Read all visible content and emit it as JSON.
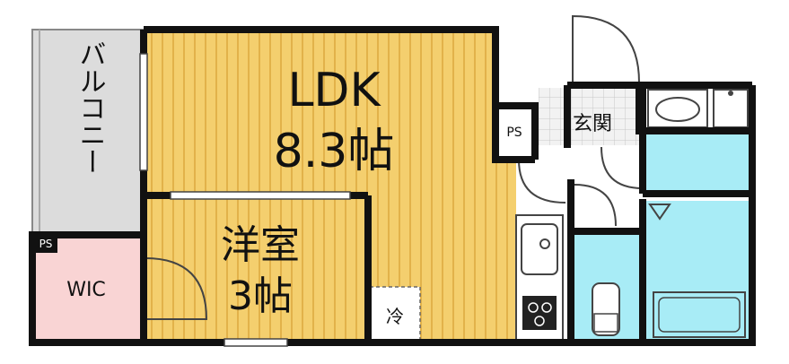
{
  "rooms": {
    "ldk": {
      "name": "LDK",
      "size": "8.3帖"
    },
    "western": {
      "name": "洋室",
      "size": "3帖"
    },
    "balcony": {
      "name": "バルコニー"
    },
    "wic": {
      "name": "WIC"
    },
    "entrance": {
      "name": "玄関"
    }
  },
  "labels": {
    "ps_top": "PS",
    "ps_left": "PS",
    "fridge": "冷"
  },
  "colors": {
    "wood_floor": "#f4cf6e",
    "wood_stripe": "#e2b24a",
    "wet_area": "#a8ecf6",
    "wic_floor": "#f9d4d4",
    "balcony": "#dcdcdc",
    "wall": "#111111"
  }
}
